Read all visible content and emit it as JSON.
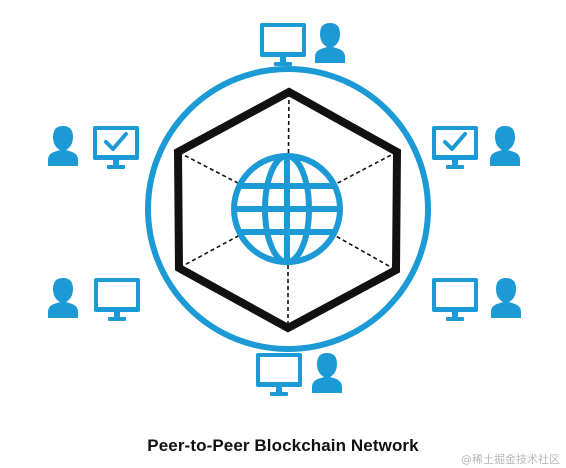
{
  "diagram": {
    "caption": "Peer-to-Peer Blockchain Network",
    "center_icon": "globe-icon",
    "peer_count": 6,
    "peers": [
      {
        "position": "top",
        "icons": [
          "monitor-icon",
          "person-icon"
        ],
        "checked": false
      },
      {
        "position": "upper-right",
        "icons": [
          "monitor-check-icon",
          "person-icon"
        ],
        "checked": true
      },
      {
        "position": "lower-right",
        "icons": [
          "monitor-icon",
          "person-icon"
        ],
        "checked": false
      },
      {
        "position": "bottom",
        "icons": [
          "monitor-icon",
          "person-icon"
        ],
        "checked": false
      },
      {
        "position": "lower-left",
        "icons": [
          "person-icon",
          "monitor-icon"
        ],
        "checked": false
      },
      {
        "position": "upper-left",
        "icons": [
          "person-icon",
          "monitor-check-icon"
        ],
        "checked": true
      }
    ],
    "colors": {
      "accent": "#1c9ad6",
      "hexagon": "#111111",
      "caption": "#111111"
    }
  },
  "watermark": "@稀土掘金技术社区"
}
